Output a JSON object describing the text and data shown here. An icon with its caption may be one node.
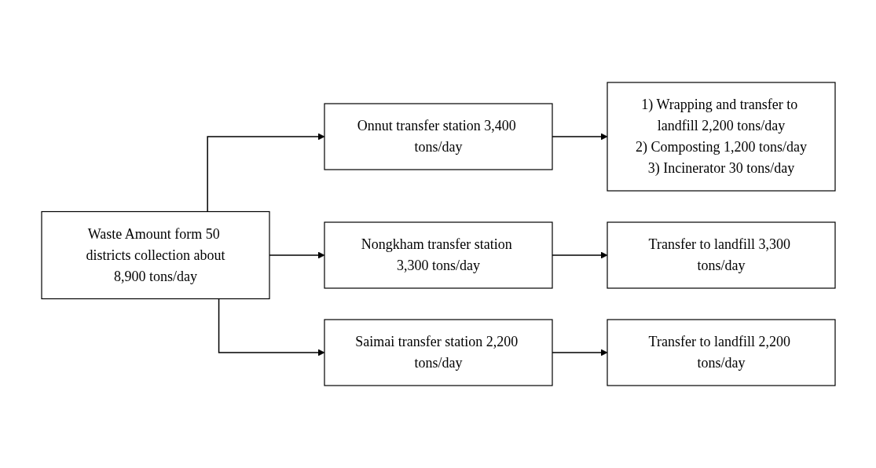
{
  "diagram": {
    "nodes": [
      {
        "text": [
          "Waste Amount form 50 districts collection about",
          "8,900 tons/day"
        ]
      },
      {
        "text": [
          "Onnut transfer station 3,400 tons/day"
        ]
      },
      {
        "text": [
          "1) Wrapping and transfer to landfill 2,200 tons/day",
          "2) Composting 1,200 tons/day",
          "3) Incinerator 30 tons/day"
        ]
      },
      {
        "text": [
          "Nongkham transfer station 3,300 tons/day"
        ]
      },
      {
        "text": [
          "Transfer to landfill 3,300 tons/day"
        ]
      },
      {
        "text": [
          "Saimai transfer station 2,200 tons/day"
        ]
      },
      {
        "text": [
          "Transfer to landfill 2,200 tons/day"
        ]
      }
    ],
    "edges": [
      {
        "from": 0,
        "to": 1,
        "arrow": "to"
      },
      {
        "from": 0,
        "to": 3,
        "arrow": "to"
      },
      {
        "from": 0,
        "to": 5,
        "arrow": "to"
      },
      {
        "from": 1,
        "to": 2,
        "arrow": "to"
      },
      {
        "from": 3,
        "to": 4,
        "arrow": "to"
      },
      {
        "from": 5,
        "to": 6,
        "arrow": "to"
      }
    ]
  }
}
